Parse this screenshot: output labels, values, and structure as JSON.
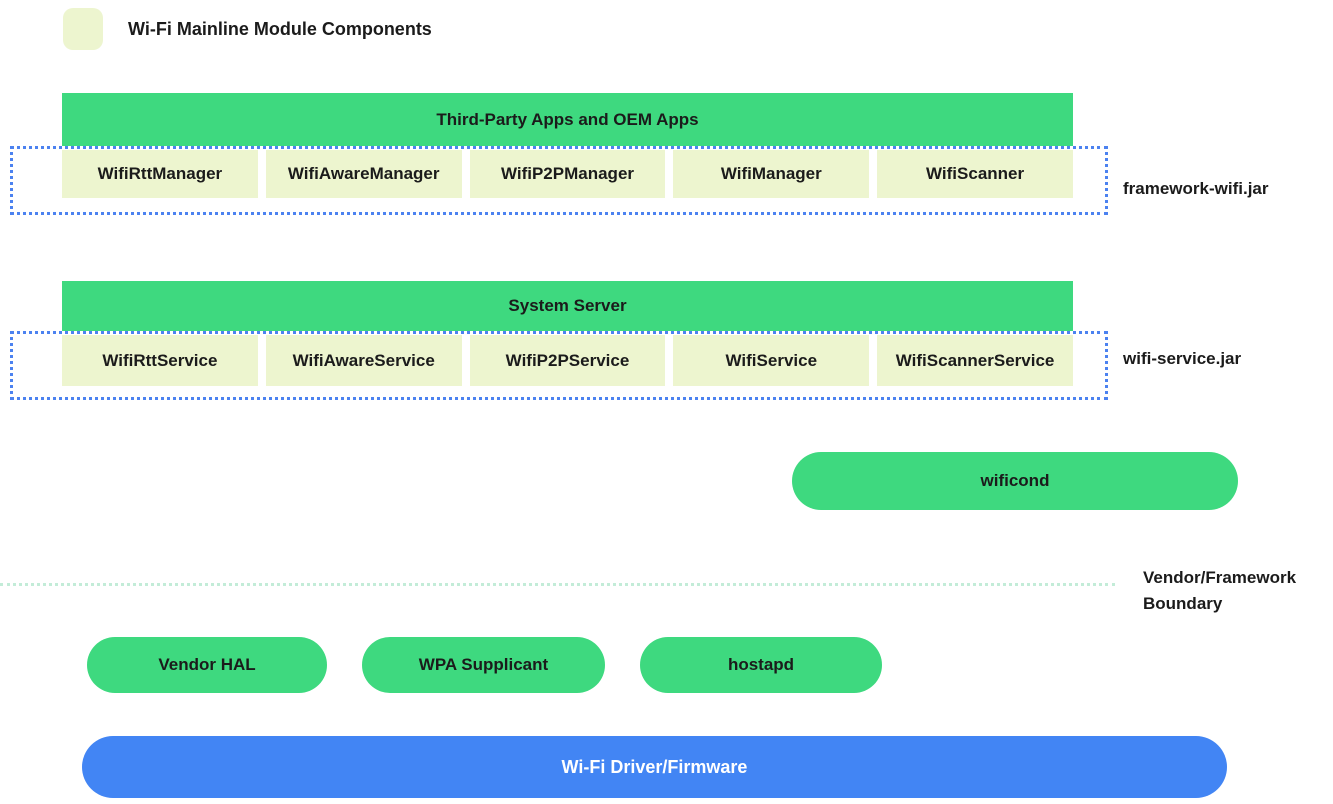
{
  "legend": {
    "label": "Wi-Fi Mainline Module Components"
  },
  "sections": {
    "framework": {
      "header": "Third-Party Apps and OEM Apps",
      "boxes": [
        "WifiRttManager",
        "WifiAwareManager",
        "WifiP2PManager",
        "WifiManager",
        "WifiScanner"
      ],
      "side_label": "framework-wifi.jar"
    },
    "system_server": {
      "header": "System Server",
      "boxes": [
        "WifiRttService",
        "WifiAwareService",
        "WifiP2PService",
        "WifiService",
        "WifiScannerService"
      ],
      "side_label": "wifi-service.jar"
    }
  },
  "wificond": {
    "label": "wificond"
  },
  "boundary": {
    "label": "Vendor/Framework Boundary"
  },
  "vendor_layer": {
    "pills": [
      "Vendor HAL",
      "WPA Supplicant",
      "hostapd"
    ]
  },
  "driver": {
    "label": "Wi-Fi Driver/Firmware"
  },
  "colors": {
    "module_green": "#3ed97f",
    "mainline_light": "#edf5cf",
    "driver_blue": "#4285f4",
    "dotted_border_blue": "#4c82f0",
    "boundary_mint": "#c3ecd8"
  }
}
